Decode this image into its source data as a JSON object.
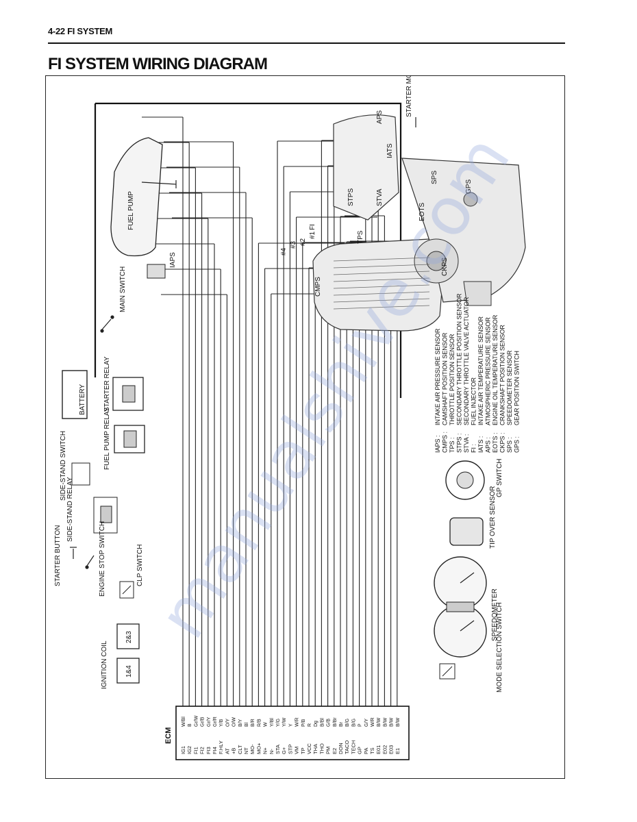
{
  "header": {
    "page_label": "4-22  FI SYSTEM"
  },
  "title": "FI SYSTEM WIRING DIAGRAM",
  "components": {
    "starter_motor": "STARTER MOTOR",
    "aps": "APS",
    "iats": "IATS",
    "sps": "SPS",
    "gps": "GPS",
    "eots": "EOTS",
    "stps": "STPS",
    "stva": "STVA",
    "tps": "TPS",
    "fi2": "#2",
    "fi1": "#1",
    "fi3": "#3",
    "fi4": "#4",
    "fi_label": "FI",
    "ckps": "CKPS",
    "cmps": "CMPS",
    "fuel_pump": "FUEL PUMP",
    "iaps": "IAPS",
    "main_switch": "MAIN SWITCH",
    "battery": "BATTERY",
    "starter_relay": "STARTER RELAY",
    "fuel_pump_relay": "FUEL PUMP RELAY",
    "side_stand_switch": "SIDE-STAND SWITCH",
    "side_stand_relay": "SIDE-STAND RELAY",
    "starter_button": "STARTER BUTTON",
    "engine_stop_switch": "ENGINE STOP SWITCH",
    "clp_switch": "CLP SWITCH",
    "ignition_coil": "IGNITION COIL",
    "coil_23": "2&3",
    "coil_14": "1&4",
    "gp_switch": "GP SWITCH",
    "tip_over_sensor": "TIP OVER SENSOR",
    "speedometer": "SPEEDOMETER",
    "mode_selection_switch": "MODE SELECTION SWITCH",
    "ecm": "ECM"
  },
  "legend": [
    {
      "abbr": "IAPS",
      "desc": "INTAKE AIR PRESSURE SENSOR"
    },
    {
      "abbr": "CMPS",
      "desc": "CAMSHAFT POSITION SENSOR"
    },
    {
      "abbr": "TPS",
      "desc": "THROTTLE POSITION SENSOR"
    },
    {
      "abbr": "STPS",
      "desc": "SECONDARY THROTTLE POSITION SENSOR"
    },
    {
      "abbr": "STVA",
      "desc": "SECONDARY THROTTLE VALVE ACTUATOR"
    },
    {
      "abbr": "FI",
      "desc": "FUEL INJECTOR"
    },
    {
      "abbr": "IATS",
      "desc": "INTAKE AIR TEMPERATURE SENSOR"
    },
    {
      "abbr": "APS",
      "desc": "ATMOSPHERIC PRESSURE SENSOR"
    },
    {
      "abbr": "EOTS",
      "desc": "ENGINE OIL TEMPERATURE SENSOR"
    },
    {
      "abbr": "CKPS",
      "desc": "CRANKSHAFT POSITION SENSOR"
    },
    {
      "abbr": "SPS",
      "desc": "SPEEDOMETER SENSOR"
    },
    {
      "abbr": "GPS",
      "desc": "GEAR POSITION SWITCH"
    }
  ],
  "ecm_pins": [
    {
      "pin": "IG1",
      "wire": "W/Bl"
    },
    {
      "pin": "IG2",
      "wire": "B"
    },
    {
      "pin": "FI1",
      "wire": "Gr/W"
    },
    {
      "pin": "FI2",
      "wire": "Gr/B"
    },
    {
      "pin": "FI3",
      "wire": "Gr/Y"
    },
    {
      "pin": "FI4",
      "wire": "Gr/R"
    },
    {
      "pin": "F.HLY",
      "wire": "Y/B"
    },
    {
      "pin": "AT",
      "wire": "O/Y"
    },
    {
      "pin": "+B",
      "wire": "O/W"
    },
    {
      "pin": "CLT",
      "wire": "B/Y"
    },
    {
      "pin": "NT",
      "wire": "Bl"
    },
    {
      "pin": "MO-",
      "wire": "B/R"
    },
    {
      "pin": "MO+",
      "wire": "R/B"
    },
    {
      "pin": "N+",
      "wire": "W"
    },
    {
      "pin": "N-",
      "wire": "Y/Bl"
    },
    {
      "pin": "STA",
      "wire": "Y/G"
    },
    {
      "pin": "G+",
      "wire": "Y/W"
    },
    {
      "pin": "STP",
      "wire": "Y"
    },
    {
      "pin": "VM",
      "wire": "W/R"
    },
    {
      "pin": "TP",
      "wire": "P/B"
    },
    {
      "pin": "VCC",
      "wire": "R"
    },
    {
      "pin": "THA",
      "wire": "Dg"
    },
    {
      "pin": "THO",
      "wire": "B/Bl"
    },
    {
      "pin": "PM",
      "wire": "G/B"
    },
    {
      "pin": "E2",
      "wire": "B/Br"
    },
    {
      "pin": "DON",
      "wire": "Br"
    },
    {
      "pin": "TACO",
      "wire": "B/G"
    },
    {
      "pin": "TECH",
      "wire": "B/G"
    },
    {
      "pin": "GP",
      "wire": "P"
    },
    {
      "pin": "PA",
      "wire": "G/Y"
    },
    {
      "pin": "TS",
      "wire": "W/R"
    },
    {
      "pin": "E01",
      "wire": "B/W"
    },
    {
      "pin": "E02",
      "wire": "B/W"
    },
    {
      "pin": "E03",
      "wire": "B/W"
    },
    {
      "pin": "E1",
      "wire": "B/W"
    }
  ],
  "watermark": "manualshive.com"
}
